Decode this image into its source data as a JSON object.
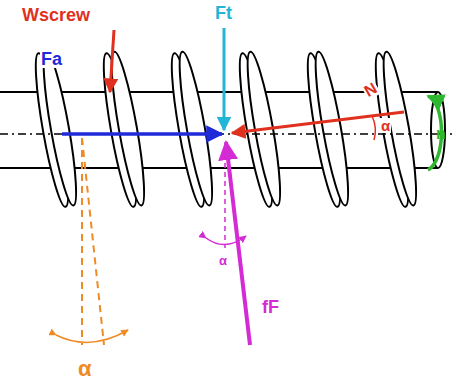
{
  "diagram": {
    "labels": [
      "Wscrew",
      "Fa",
      "Ft",
      "N",
      "α",
      "n",
      "fF",
      "α",
      "α"
    ]
  }
}
